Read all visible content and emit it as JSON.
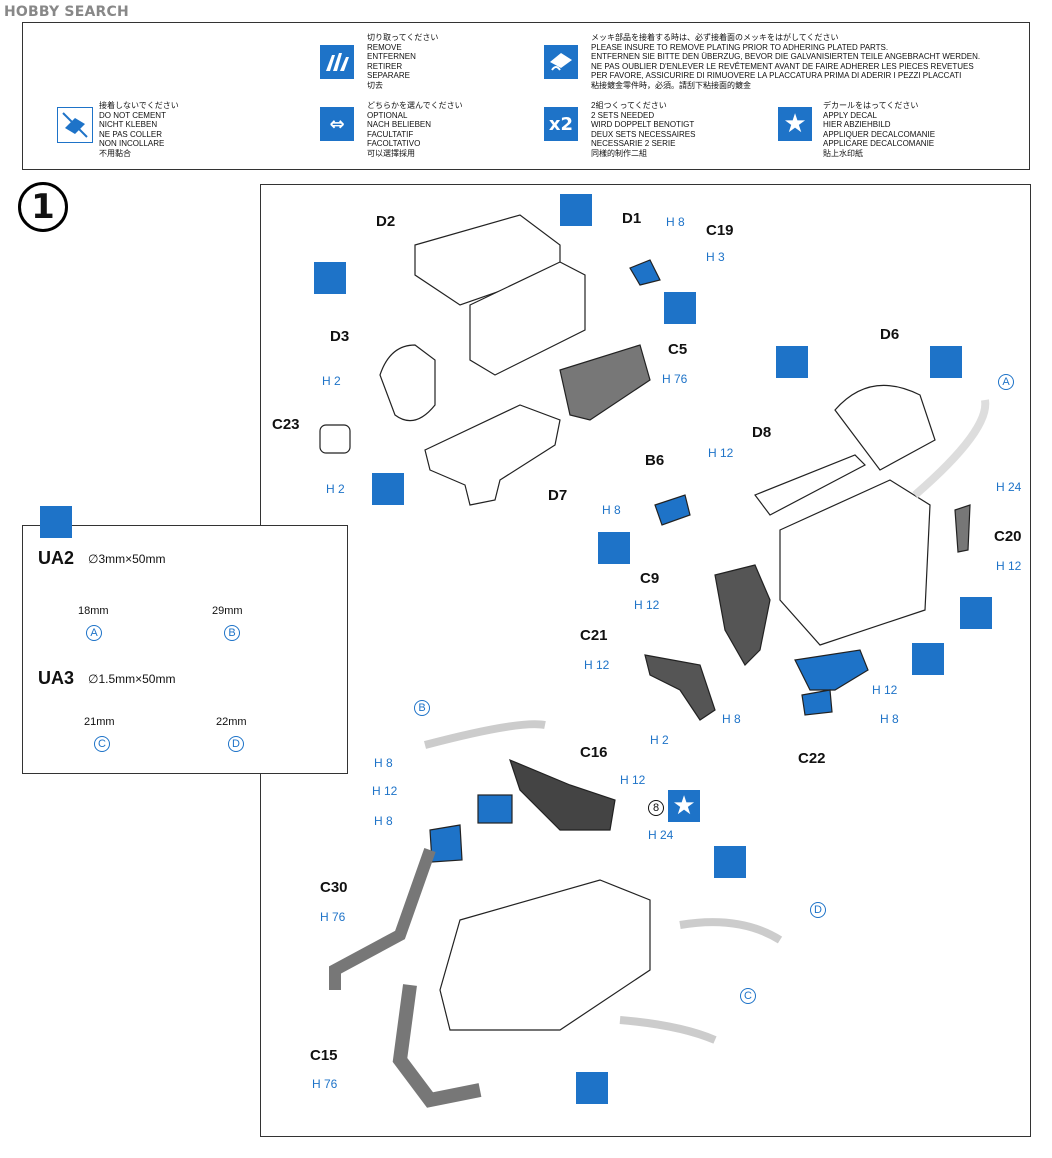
{
  "watermark": "HOBBY SEARCH",
  "legend": {
    "cut": "切り取ってください\nREMOVE\nENTFERNEN\nRETIRER\nSEPARARE\n切去",
    "plating": "メッキ部品を接着する時は、必ず接着面のメッキをはがしてください\nPLEASE INSURE TO REMOVE PLATING PRIOR TO ADHERING PLATED PARTS.\nENTFERNEN SIE BITTE DEN ÜBERZUG, BEVOR DIE GALVANISIERTEN TEILE ANGEBRACHT WERDEN.\nNE PAS OUBLIER D'ENLEVER LE REVÊTEMENT AVANT DE FAIRE ADHERER LES PIECES REVETUES\nPER FAVORE, ASSICURIRE DI RIMUOVERE LA PLACCATURA PRIMA DI ADERIR I PEZZI PLACCATI\n粘接鍍金零件時，必須。請刮下粘接面的鍍金",
    "nocement": "接着しないでください\nDO NOT CEMENT\nNICHT KLEBEN\nNE PAS COLLER\nNON INCOLLARE\n不用黏合",
    "optional": "どちらかを選んでください\nOPTIONAL\nNACH BELIEBEN\nFACULTATIF\nFACOLTATIVO\n可以選擇採用",
    "x2": "2組つくってください\n2 SETS NEEDED\nWIRD DOPPELT BENOTIGT\nDEUX SETS NECESSAIRES\nNECESSARIE 2 SERIE\n同樣的制作二組",
    "x2_label": "x2",
    "decal": "デカールをはってください\nAPPLY DECAL\nHIER ABZIEHBILD\nAPPLIQUER DECALCOMANIE\nAPPLICARE DECALCOMANIE\n貼上水印紙",
    "decal_star": "★",
    "optional_arrows": "⇔"
  },
  "step_number": "1",
  "parts": {
    "D2": "D2",
    "D1": "D1",
    "C19": "C19",
    "D3": "D3",
    "C5": "C5",
    "D6": "D6",
    "C23": "C23",
    "D8": "D8",
    "B6": "B6",
    "D7": "D7",
    "C20": "C20",
    "C9": "C9",
    "C21": "C21",
    "C22": "C22",
    "C16": "C16",
    "C30": "C30",
    "C15": "C15"
  },
  "colors": [
    "H 8",
    "H 3",
    "H 2",
    "H 76",
    "H 12",
    "H 24"
  ],
  "tubes": {
    "ua2_title": "UA2",
    "ua2_spec": "∅3mm×50mm",
    "ua2_a": "18mm",
    "ua2_b": "29mm",
    "ua3_title": "UA3",
    "ua3_spec": "∅1.5mm×50mm",
    "ua3_c": "21mm",
    "ua3_d": "22mm",
    "A": "A",
    "B": "B",
    "C": "C",
    "D": "D"
  },
  "circled_8": "8",
  "accent_color": "#1e73c8"
}
